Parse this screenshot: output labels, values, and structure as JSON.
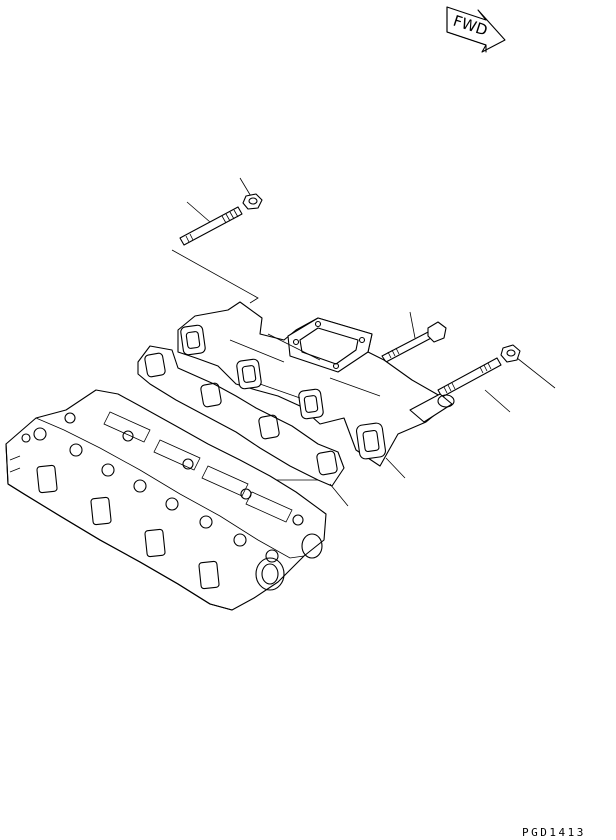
{
  "direction_badge": {
    "label": "FWD"
  },
  "drawing_code": "PGD1413",
  "parts": [
    {
      "name": "stud",
      "icon": "stud-icon"
    },
    {
      "name": "nut-upper",
      "icon": "nut-icon"
    },
    {
      "name": "bolt-upper",
      "icon": "bolt-icon"
    },
    {
      "name": "nut-right",
      "icon": "nut-icon"
    },
    {
      "name": "stud-right",
      "icon": "stud-icon"
    },
    {
      "name": "exhaust-manifold",
      "icon": "manifold-icon"
    },
    {
      "name": "gasket",
      "icon": "gasket-icon"
    },
    {
      "name": "cylinder-head",
      "icon": "cylinder-head-icon"
    }
  ]
}
